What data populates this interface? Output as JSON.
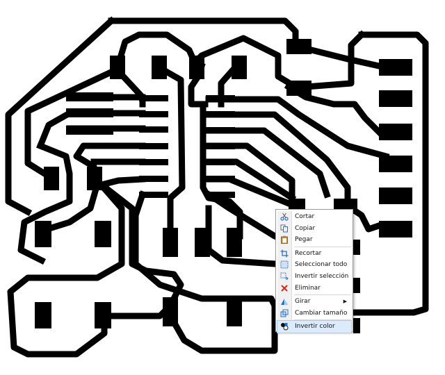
{
  "menu": {
    "items": [
      {
        "id": "cut",
        "label": "Cortar",
        "icon": "scissors-icon",
        "sep_after": false
      },
      {
        "id": "copy",
        "label": "Copiar",
        "icon": "copy-icon",
        "sep_after": false
      },
      {
        "id": "paste",
        "label": "Pegar",
        "icon": "clipboard-icon",
        "sep_after": true
      },
      {
        "id": "crop",
        "label": "Recortar",
        "icon": "crop-icon",
        "sep_after": false
      },
      {
        "id": "select-all",
        "label": "Seleccionar todo",
        "icon": "select-all-icon",
        "sep_after": false
      },
      {
        "id": "invert-selection",
        "label": "Invertir selección",
        "icon": "invert-selection-icon",
        "sep_after": false
      },
      {
        "id": "delete",
        "label": "Eliminar",
        "icon": "delete-x-icon",
        "sep_after": true
      },
      {
        "id": "rotate",
        "label": "Girar",
        "icon": "rotate-icon",
        "submenu": true,
        "sep_after": false
      },
      {
        "id": "resize",
        "label": "Cambiar tamaño",
        "icon": "resize-icon",
        "sep_after": true
      },
      {
        "id": "invert-color",
        "label": "Invertir color",
        "icon": "invert-color-icon",
        "highlighted": true,
        "sep_after": false
      }
    ]
  },
  "colors": {
    "trace": "#000000",
    "background": "#ffffff",
    "highlight": "#dcebfb",
    "delete_icon": "#d9261c",
    "icon_blue": "#2a6fc9"
  }
}
